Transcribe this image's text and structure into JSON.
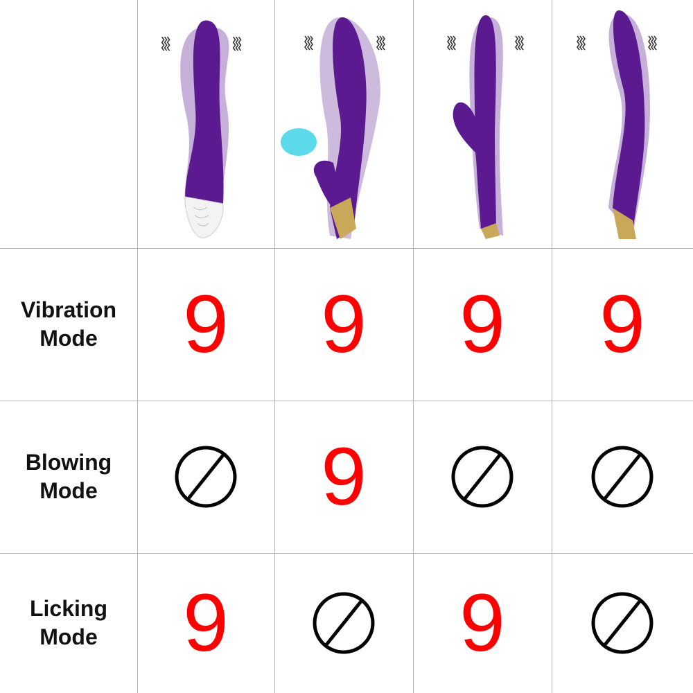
{
  "colors": {
    "accent": "#ff0000",
    "purple": "#5b1a8f",
    "gold": "#c9a85a",
    "cyan": "#3fd3e6",
    "grid": "#b5b5b5"
  },
  "products": [
    {
      "name": "product-1",
      "icon": "vibrator-tongue-icon"
    },
    {
      "name": "product-2",
      "icon": "vibrator-suction-icon"
    },
    {
      "name": "product-3",
      "icon": "rabbit-vibrator-icon"
    },
    {
      "name": "product-4",
      "icon": "gspot-vibrator-icon"
    }
  ],
  "rows": [
    {
      "label": "Vibration\nMode",
      "cells": [
        "9",
        "9",
        "9",
        "9"
      ]
    },
    {
      "label": "Blowing\nMode",
      "cells": [
        "none",
        "9",
        "none",
        "none"
      ]
    },
    {
      "label": "Licking\nMode",
      "cells": [
        "9",
        "none",
        "9",
        "none"
      ]
    }
  ],
  "icons": {
    "none": "prohibited-icon",
    "vibrate": "vibration-waves-icon"
  }
}
